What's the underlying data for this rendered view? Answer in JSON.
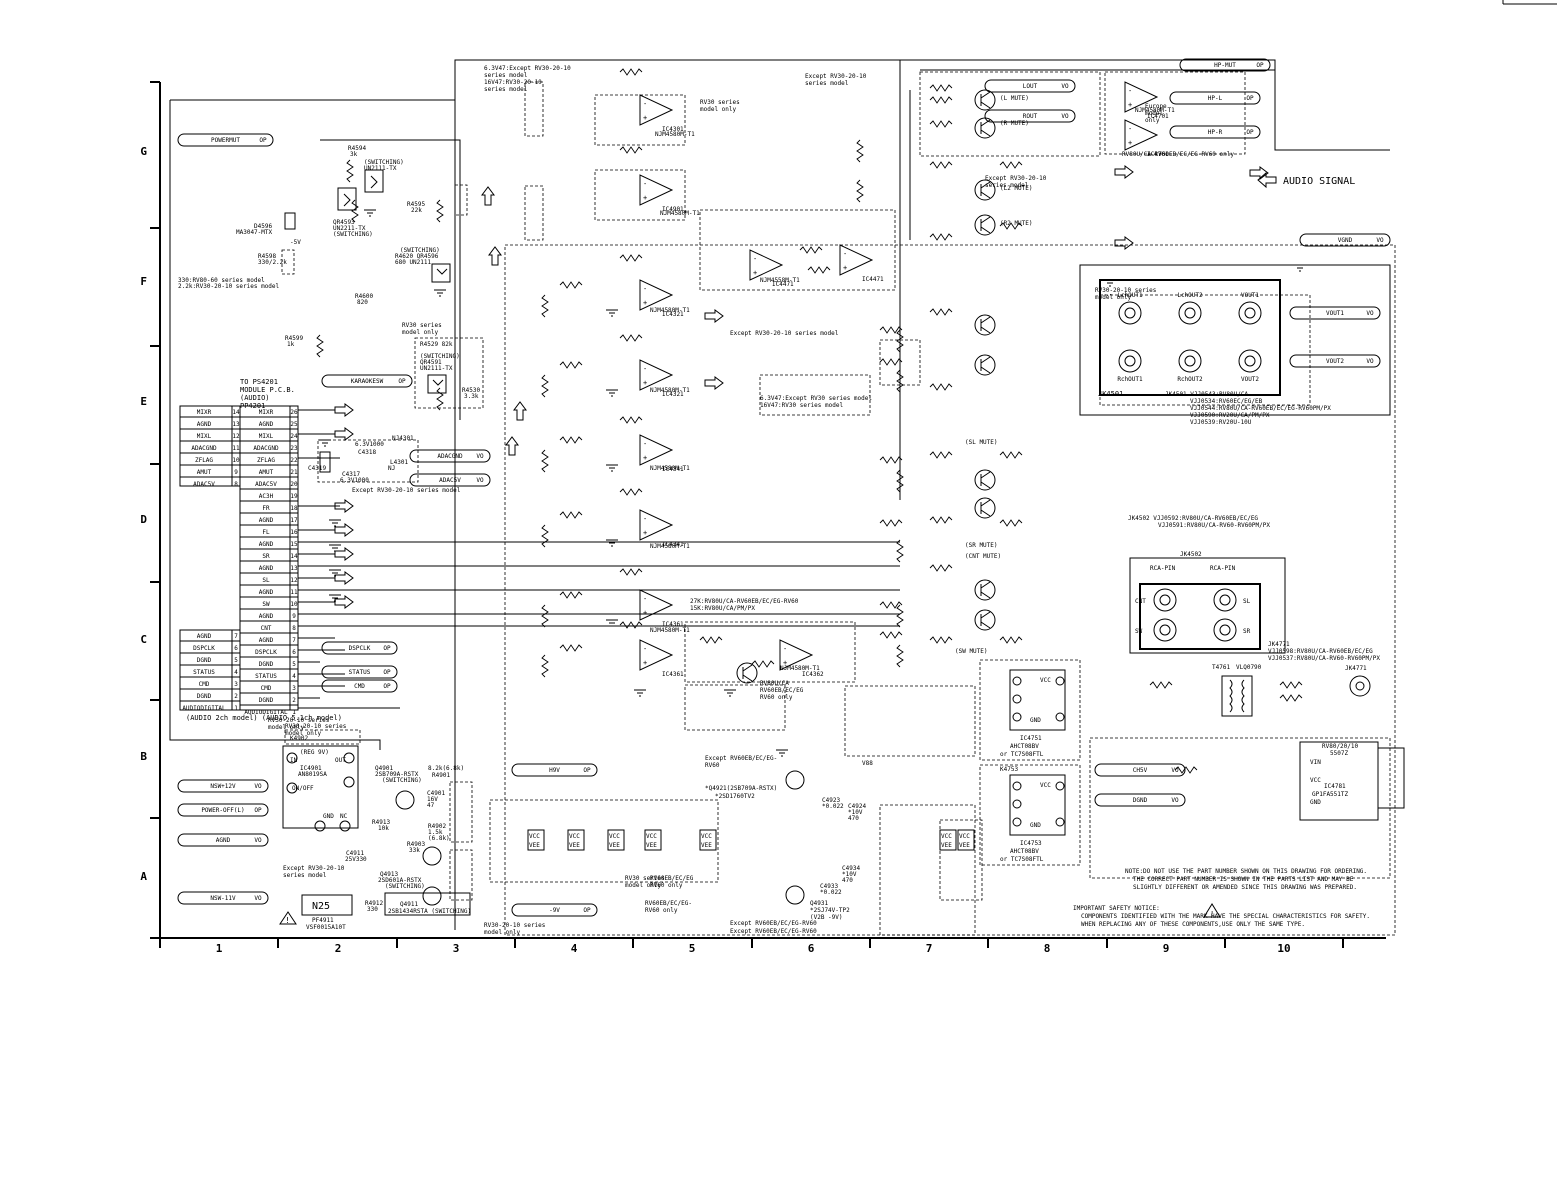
{
  "grid": {
    "rows": [
      "G",
      "F",
      "E",
      "D",
      "C",
      "B",
      "A"
    ],
    "cols": [
      "1",
      "2",
      "3",
      "4",
      "5",
      "6",
      "7",
      "8",
      "9",
      "10"
    ]
  },
  "legend": {
    "audio_signal": "AUDIO SIGNAL"
  },
  "left_connector": {
    "title": "TO PS4201\nMODULE P.C.B.\n(AUDIO)\nPP4201",
    "pins": [
      {
        "name": "MIXR",
        "num": "14"
      },
      {
        "name": "AGND",
        "num": "13"
      },
      {
        "name": "MIXL",
        "num": "12"
      },
      {
        "name": "ADACGND",
        "num": "11"
      },
      {
        "name": "ZFLAG",
        "num": "10"
      },
      {
        "name": "AMUT",
        "num": "9"
      },
      {
        "name": "ADAC5V",
        "num": "8"
      }
    ],
    "lower_pins": [
      {
        "name": "AGND",
        "num": "7"
      },
      {
        "name": "DSPCLK",
        "num": "6"
      },
      {
        "name": "DGND",
        "num": "5"
      },
      {
        "name": "STATUS",
        "num": "4"
      },
      {
        "name": "CMD",
        "num": "3"
      },
      {
        "name": "DGND",
        "num": "2"
      },
      {
        "name": "AUDIODIGITAL",
        "num": "1"
      }
    ],
    "footnote_left": "(AUDIO 2ch\nmodel)",
    "footnote_right": "(AUDIO 5.1ch\nmodel)"
  },
  "mid_connector": {
    "pins": [
      {
        "name": "MIXR",
        "num": "26"
      },
      {
        "name": "AGND",
        "num": "25"
      },
      {
        "name": "MIXL",
        "num": "24"
      },
      {
        "name": "ADACGND",
        "num": "23"
      },
      {
        "name": "ZFLAG",
        "num": "22"
      },
      {
        "name": "AMUT",
        "num": "21"
      },
      {
        "name": "ADAC5V",
        "num": "20"
      },
      {
        "name": "AC3H",
        "num": "19"
      },
      {
        "name": "FR",
        "num": "18"
      },
      {
        "name": "AGND",
        "num": "17"
      },
      {
        "name": "FL",
        "num": "16"
      },
      {
        "name": "AGND",
        "num": "15"
      },
      {
        "name": "SR",
        "num": "14"
      },
      {
        "name": "AGND",
        "num": "13"
      },
      {
        "name": "SL",
        "num": "12"
      },
      {
        "name": "AGND",
        "num": "11"
      },
      {
        "name": "SW",
        "num": "10"
      },
      {
        "name": "AGND",
        "num": "9"
      },
      {
        "name": "CNT",
        "num": "8"
      },
      {
        "name": "AGND",
        "num": "7"
      },
      {
        "name": "DSPCLK",
        "num": "6"
      },
      {
        "name": "DGND",
        "num": "5"
      },
      {
        "name": "STATUS",
        "num": "4"
      },
      {
        "name": "CMD",
        "num": "3"
      },
      {
        "name": "DGND",
        "num": "2"
      },
      {
        "name": "AUDIODIGITAL",
        "num": "1"
      }
    ]
  },
  "off_page_refs": [
    {
      "label": "POWERMUT",
      "dir": "OP"
    },
    {
      "label": "KARAOKESW",
      "dir": "OP"
    },
    {
      "label": "ADACGND",
      "dir": "VO"
    },
    {
      "label": "ADAC5V",
      "dir": "VO"
    },
    {
      "label": "DSPCLK",
      "dir": "OP"
    },
    {
      "label": "STATUS",
      "dir": "OP"
    },
    {
      "label": "CMD",
      "dir": "OP"
    },
    {
      "label": "NSW+12V",
      "dir": "VO"
    },
    {
      "label": "POWER-OFF(L)",
      "dir": "OP"
    },
    {
      "label": "AGND",
      "dir": "VO"
    },
    {
      "label": "NSW-11V",
      "dir": "VO"
    },
    {
      "label": "H9V",
      "dir": "OP"
    },
    {
      "label": "-9V",
      "dir": "OP"
    },
    {
      "label": "HP-MUT",
      "dir": "OP"
    },
    {
      "label": "LOUT",
      "dir": "VO"
    },
    {
      "label": "ROUT",
      "dir": "VO"
    },
    {
      "label": "HP-L",
      "dir": "OP"
    },
    {
      "label": "HP-R",
      "dir": "OP"
    },
    {
      "label": "VGND",
      "dir": "VO"
    },
    {
      "label": "VOUT1",
      "dir": "VO"
    },
    {
      "label": "VOUT2",
      "dir": "VO"
    },
    {
      "label": "CH5V",
      "dir": "VO"
    },
    {
      "label": "DGND",
      "dir": "VO"
    }
  ],
  "ics": [
    {
      "ref": "IC4301",
      "part": "NJM4580M-T1"
    },
    {
      "ref": "IC4901",
      "part": "NJM4580M-T1"
    },
    {
      "ref": "IC4311",
      "part": "NJM4580M-T1"
    },
    {
      "ref": "IC4321",
      "part": "NJM4580M-T1"
    },
    {
      "ref": "IC4331",
      "part": "NJM4580M-T1"
    },
    {
      "ref": "IC4341",
      "part": "NJM4580M-T1"
    },
    {
      "ref": "IC4351",
      "part": "NJM4580M-T1"
    },
    {
      "ref": "IC4362",
      "part": "NJM4580M-T1"
    },
    {
      "ref": "IC4471",
      "part": "NJM4558M-T1"
    },
    {
      "ref": "IC4701",
      "part": "NJM4580M-T1"
    },
    {
      "ref": "IC4751",
      "part": "AHCT08BV or TC7S08FTL"
    },
    {
      "ref": "IC4753",
      "part": "AHCT08BV or TC7S08FTL"
    },
    {
      "ref": "IC4781",
      "part": "GP1FA551TZ"
    },
    {
      "ref": "IC4901",
      "part": "AN8019SA"
    }
  ],
  "jacks": [
    {
      "ref": "JK4501",
      "labels": [
        "LchOUT1",
        "LchOUT2",
        "VOUT1",
        "RchOUT1",
        "RchOUT2",
        "VOUT2"
      ],
      "parts": "JK4501 VJJ0543:RV80U/CA\nVJJ0534:RV60EC/EG/EB\nVJJ0544:RV80U/CA-RV60EB/EC/EG-RV60PM/PX\nVJJ0590:RV20U/CA/PM/PX\nVJJ0539:RV20U-10U"
    },
    {
      "ref": "JK4502",
      "labels": [
        "RCA-PIN",
        "RCA-PIN",
        "CNT",
        "SL",
        "SW",
        "SR"
      ],
      "parts": "JK4502 VJJ0592:RV80U/CA-RV60EB/EC/EG\nVJJ0591:RV80U/CA-RV60-RV60PM/PX"
    },
    {
      "ref": "JK4771",
      "labels": [
        "RV80/20/10",
        "5507Z"
      ],
      "parts": "JK4771\nVJJ0598:RV80U/CA-RV60EB/EC/EG\nVJJ0537:RV80U/CA-RV60-RV60PM/PX"
    }
  ],
  "notes": {
    "part_number": "NOTE:DO NOT USE THE PART NUMBER SHOWN ON THIS DRAWING FOR ORDERING.\nTHE CORRECT PART NUMBER IS SHOWN IN THE PARTS LIST AND MAY BE\nSLIGHTLY DIFFERENT OR AMENDED SINCE THIS DRAWING WAS PREPARED.",
    "safety": "IMPORTANT SAFETY NOTICE:\nCOMPONENTS IDENTIFIED WITH THE MARK  HAVE THE SPECIAL CHARACTERISTICS FOR SAFETY.\nWHEN REPLACING ANY OF THESE COMPONENTS,USE ONLY THE SAME TYPE."
  },
  "annotations": [
    "6.3V47:Except RV30-20-10\nseries model\n16V47:RV30-20-10\nseries model",
    "Except RV30-20-10\nseries model",
    "RV30 series\nmodel only",
    "Except RV30-20-10 series model",
    "RV30-20-10 series\nmodel only",
    "Except RV30-20-10\nseries model",
    "RV60EB/EC/EG\nRV60 only",
    "RV80U/CA\nRV60EB/EC/EG\nRV60 only",
    "RV30 series\nmodel only",
    "Except RV60EB/EC/EG-RV60",
    "RV30-20-10 series\nmodel only",
    "Europe\nmodel\nonly",
    "RV80U/CA-RV60EB/EC/EG-RV60 only",
    "27K:RV80U/CA-RV60EB/EC/EG-RV60\n15K:RV80U/CA/PM/PX",
    "6.3V47:Except RV30 series model\n16V47:RV30 series model",
    "330:RV80-60 series model\n2.2K:RV30-20-10 series model"
  ],
  "mute_labels": [
    "(L MUTE)",
    "(R MUTE)",
    "(L2 MUTE)",
    "(R2 MUTE)",
    "(SL MUTE)",
    "(SR MUTE)",
    "(CNT MUTE)",
    "(SW MUTE)"
  ],
  "fuse": {
    "label": "N25",
    "ref": "PF4911",
    "part": "VSF0015A10T"
  }
}
